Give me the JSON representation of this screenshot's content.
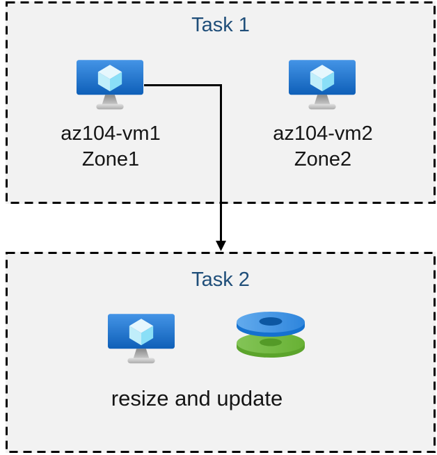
{
  "diagram": {
    "task1": {
      "title": "Task 1",
      "vms": [
        {
          "name": "az104-vm1",
          "zone": "Zone1"
        },
        {
          "name": "az104-vm2",
          "zone": "Zone2"
        }
      ]
    },
    "task2": {
      "title": "Task 2",
      "caption": "resize and update"
    },
    "connector": {
      "from": "az104-vm1",
      "to": "Task 2"
    },
    "icons": {
      "vm": "virtual-machine-icon",
      "disks": "managed-disks-icon",
      "arrow": "flow-arrow-icon"
    },
    "palette": {
      "box_background": "#F2F2F2",
      "box_border": "#000000",
      "title_color": "#1F4E79",
      "label_color": "#151515",
      "vm_screen_top": "#4494E6",
      "vm_screen_bottom": "#0E5FB8",
      "vm_cube_top": "#E6F7FD",
      "vm_cube_left": "#C0EEFA",
      "vm_cube_right": "#8ADFF7",
      "disk_blue_top": "#4C9CE8",
      "disk_blue_side": "#1571CF",
      "disk_blue_hole": "#0C57A2",
      "disk_green_top": "#76BC43",
      "disk_green_side": "#5CA42C",
      "disk_green_hole": "#549A27"
    }
  }
}
